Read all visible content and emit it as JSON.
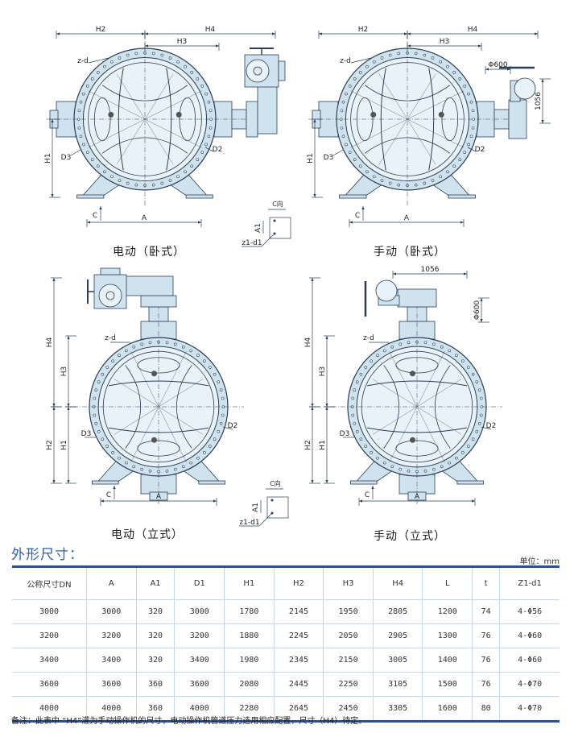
{
  "labels": {
    "H1": "H1",
    "H2": "H2",
    "H3": "H3",
    "H4": "H4",
    "A": "A",
    "C": "C",
    "D2": "D2",
    "D3": "D3",
    "zd": "z-d",
    "cdir": "C向",
    "A1": "A1",
    "z1d1": "z1-d1",
    "phi": "Φ600",
    "len": "1056"
  },
  "drawings": [
    {
      "caption": "电动（卧式）"
    },
    {
      "caption": "手动（卧式）"
    },
    {
      "caption": "电动（立式）"
    },
    {
      "caption": "手动（立式）"
    }
  ],
  "table": {
    "title": "外形尺寸：",
    "unit": "单位：mm",
    "headers": [
      "公称尺寸DN",
      "A",
      "A1",
      "D1",
      "H1",
      "H2",
      "H3",
      "H4",
      "L",
      "t",
      "Z1-d1"
    ],
    "rows": [
      [
        "3000",
        "3000",
        "320",
        "3000",
        "1780",
        "2145",
        "1950",
        "2805",
        "1200",
        "74",
        "4-Φ56"
      ],
      [
        "3200",
        "3200",
        "320",
        "3200",
        "1880",
        "2245",
        "2050",
        "2905",
        "1300",
        "76",
        "4-Φ60"
      ],
      [
        "3400",
        "3400",
        "320",
        "3400",
        "1980",
        "2345",
        "2150",
        "3005",
        "1400",
        "76",
        "4-Φ60"
      ],
      [
        "3600",
        "3600",
        "360",
        "3600",
        "2080",
        "2445",
        "2250",
        "3105",
        "1500",
        "76",
        "4-Φ70"
      ],
      [
        "4000",
        "4000",
        "360",
        "4000",
        "2280",
        "2645",
        "2450",
        "3305",
        "1600",
        "80",
        "4-Φ70"
      ]
    ],
    "note": "备注：此表中 “H4”灌为手动操作机的尺寸，电动操作机管道压力选用相应配置，尺寸（H4）待定。"
  }
}
